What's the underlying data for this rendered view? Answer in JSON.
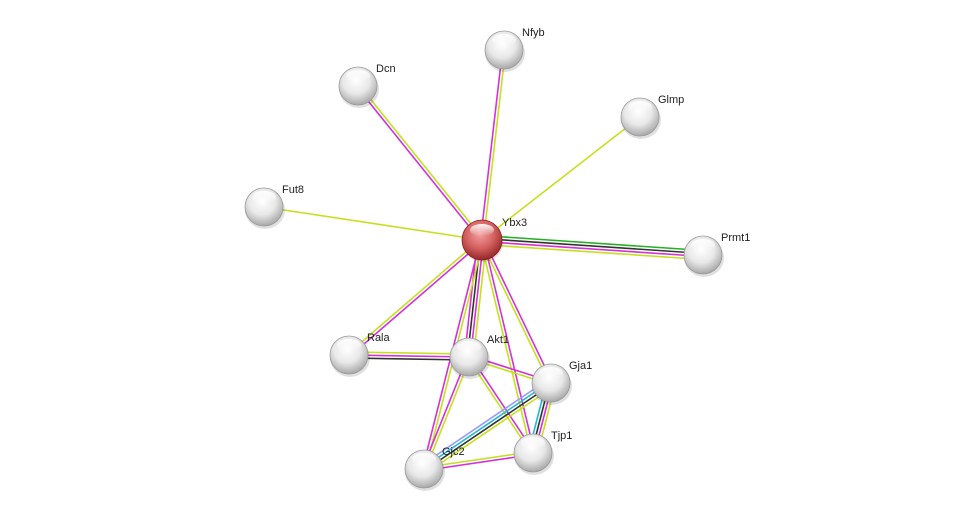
{
  "network": {
    "nodes": [
      {
        "id": "Ybx3",
        "label": "Ybx3",
        "query": true
      },
      {
        "id": "Nfyb",
        "label": "Nfyb"
      },
      {
        "id": "Dcn",
        "label": "Dcn"
      },
      {
        "id": "Glmp",
        "label": "Glmp"
      },
      {
        "id": "Fut8",
        "label": "Fut8"
      },
      {
        "id": "Prmt1",
        "label": "Prmt1"
      },
      {
        "id": "Rala",
        "label": "Rala"
      },
      {
        "id": "Akt1",
        "label": "Akt1"
      },
      {
        "id": "Gja1",
        "label": "Gja1"
      },
      {
        "id": "Tjp1",
        "label": "Tjp1"
      },
      {
        "id": "Gjc2",
        "label": "Gjc2"
      }
    ],
    "edge_colors": {
      "textmining": "#c6e01e",
      "experiments": "#d630d6",
      "coexpression": "#333333",
      "neighborhood": "#22b022",
      "database": "#22b8d8",
      "homology": "#9a9aff"
    },
    "edges": [
      {
        "a": "Ybx3",
        "b": "Nfyb",
        "types": [
          "experiments",
          "textmining"
        ]
      },
      {
        "a": "Ybx3",
        "b": "Dcn",
        "types": [
          "experiments",
          "textmining"
        ]
      },
      {
        "a": "Ybx3",
        "b": "Glmp",
        "types": [
          "textmining"
        ]
      },
      {
        "a": "Ybx3",
        "b": "Fut8",
        "types": [
          "textmining"
        ]
      },
      {
        "a": "Ybx3",
        "b": "Prmt1",
        "types": [
          "neighborhood",
          "coexpression",
          "experiments",
          "textmining"
        ]
      },
      {
        "a": "Ybx3",
        "b": "Rala",
        "types": [
          "experiments",
          "textmining"
        ]
      },
      {
        "a": "Ybx3",
        "b": "Akt1",
        "types": [
          "textmining",
          "experiments",
          "coexpression",
          "experiments"
        ]
      },
      {
        "a": "Ybx3",
        "b": "Gja1",
        "types": [
          "experiments",
          "textmining"
        ]
      },
      {
        "a": "Ybx3",
        "b": "Tjp1",
        "types": [
          "experiments",
          "textmining"
        ]
      },
      {
        "a": "Ybx3",
        "b": "Gjc2",
        "types": [
          "textmining",
          "experiments"
        ]
      },
      {
        "a": "Rala",
        "b": "Akt1",
        "types": [
          "textmining",
          "experiments",
          "coexpression"
        ]
      },
      {
        "a": "Akt1",
        "b": "Gja1",
        "types": [
          "experiments",
          "textmining"
        ]
      },
      {
        "a": "Akt1",
        "b": "Tjp1",
        "types": [
          "experiments",
          "textmining"
        ]
      },
      {
        "a": "Akt1",
        "b": "Gjc2",
        "types": [
          "textmining",
          "experiments"
        ]
      },
      {
        "a": "Gja1",
        "b": "Tjp1",
        "types": [
          "textmining",
          "experiments",
          "coexpression",
          "database"
        ]
      },
      {
        "a": "Gja1",
        "b": "Gjc2",
        "types": [
          "textmining",
          "coexpression",
          "database",
          "homology"
        ]
      },
      {
        "a": "Gjc2",
        "b": "Tjp1",
        "types": [
          "textmining",
          "experiments"
        ]
      }
    ]
  }
}
